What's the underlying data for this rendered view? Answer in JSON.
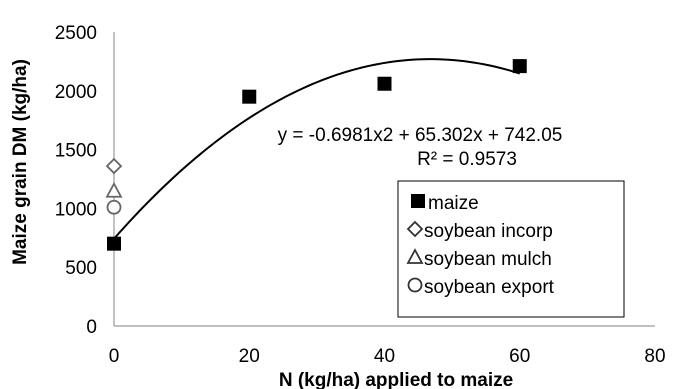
{
  "chart_data": {
    "type": "scatter",
    "title": "",
    "xlabel": "N (kg/ha) applied to maize",
    "ylabel": "Maize grain DM (kg/ha)",
    "xlim": [
      0,
      80
    ],
    "ylim": [
      0,
      2500
    ],
    "x_ticks": [
      "0",
      "20",
      "40",
      "60",
      "80"
    ],
    "y_ticks": [
      "0",
      "500",
      "1000",
      "1500",
      "2000",
      "2500"
    ],
    "grid": false,
    "legend_position": "bottom-right",
    "series": [
      {
        "name": "maize",
        "marker": "square-filled",
        "color": "#000000",
        "points": [
          {
            "x": 0,
            "y": 700
          },
          {
            "x": 20,
            "y": 1950
          },
          {
            "x": 40,
            "y": 2060
          },
          {
            "x": 60,
            "y": 2210
          }
        ]
      },
      {
        "name": "soybean incorp",
        "marker": "diamond-open",
        "color": "#666666",
        "points": [
          {
            "x": 0,
            "y": 1360
          }
        ]
      },
      {
        "name": "soybean mulch",
        "marker": "triangle-open",
        "color": "#666666",
        "points": [
          {
            "x": 0,
            "y": 1150
          }
        ]
      },
      {
        "name": "soybean export",
        "marker": "circle-open",
        "color": "#666666",
        "points": [
          {
            "x": 0,
            "y": 1010
          }
        ]
      }
    ],
    "trendline": {
      "type": "polynomial",
      "coefficients": [
        -0.6981,
        65.302,
        742.05
      ],
      "x_range": [
        0,
        60
      ],
      "equation": "y = -0.6981x2 + 65.302x + 742.05",
      "r_squared": "R² = 0.9573"
    }
  }
}
